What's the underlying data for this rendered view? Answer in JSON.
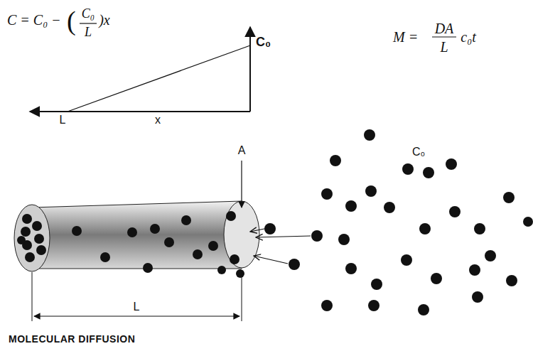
{
  "diagram": {
    "labels": [
      "C = C₀ −",
      "(",
      "C₀",
      "L",
      ")x",
      "C₀",
      "L",
      "x",
      "M =",
      "DA",
      "L",
      "c₀t",
      "A",
      "C₀",
      "L",
      "MOLECULAR DIFFUSION"
    ]
  }
}
